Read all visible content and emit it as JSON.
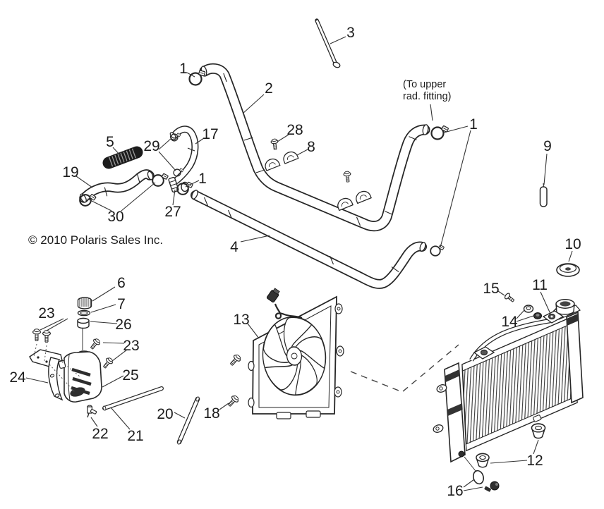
{
  "document": {
    "copyright": "© 2010 Polaris Sales Inc.",
    "note_upper_rad": {
      "line1": "(To upper",
      "line2": "rad. fitting)"
    }
  },
  "callouts": {
    "c1a": "1",
    "c1b": "1",
    "c1c": "1",
    "c2": "2",
    "c3": "3",
    "c4": "4",
    "c5": "5",
    "c6": "6",
    "c7": "7",
    "c8": "8",
    "c9": "9",
    "c10": "10",
    "c11": "11",
    "c12": "12",
    "c13": "13",
    "c14": "14",
    "c15": "15",
    "c16": "16",
    "c17": "17",
    "c18": "18",
    "c19": "19",
    "c20": "20",
    "c21": "21",
    "c22": "22",
    "c23a": "23",
    "c23b": "23",
    "c24": "24",
    "c25": "25",
    "c26": "26",
    "c27": "27",
    "c28": "28",
    "c29": "29",
    "c30": "30"
  },
  "colors": {
    "line": "#262626",
    "dark_fill": "#2e2e2e",
    "background": "#ffffff"
  }
}
